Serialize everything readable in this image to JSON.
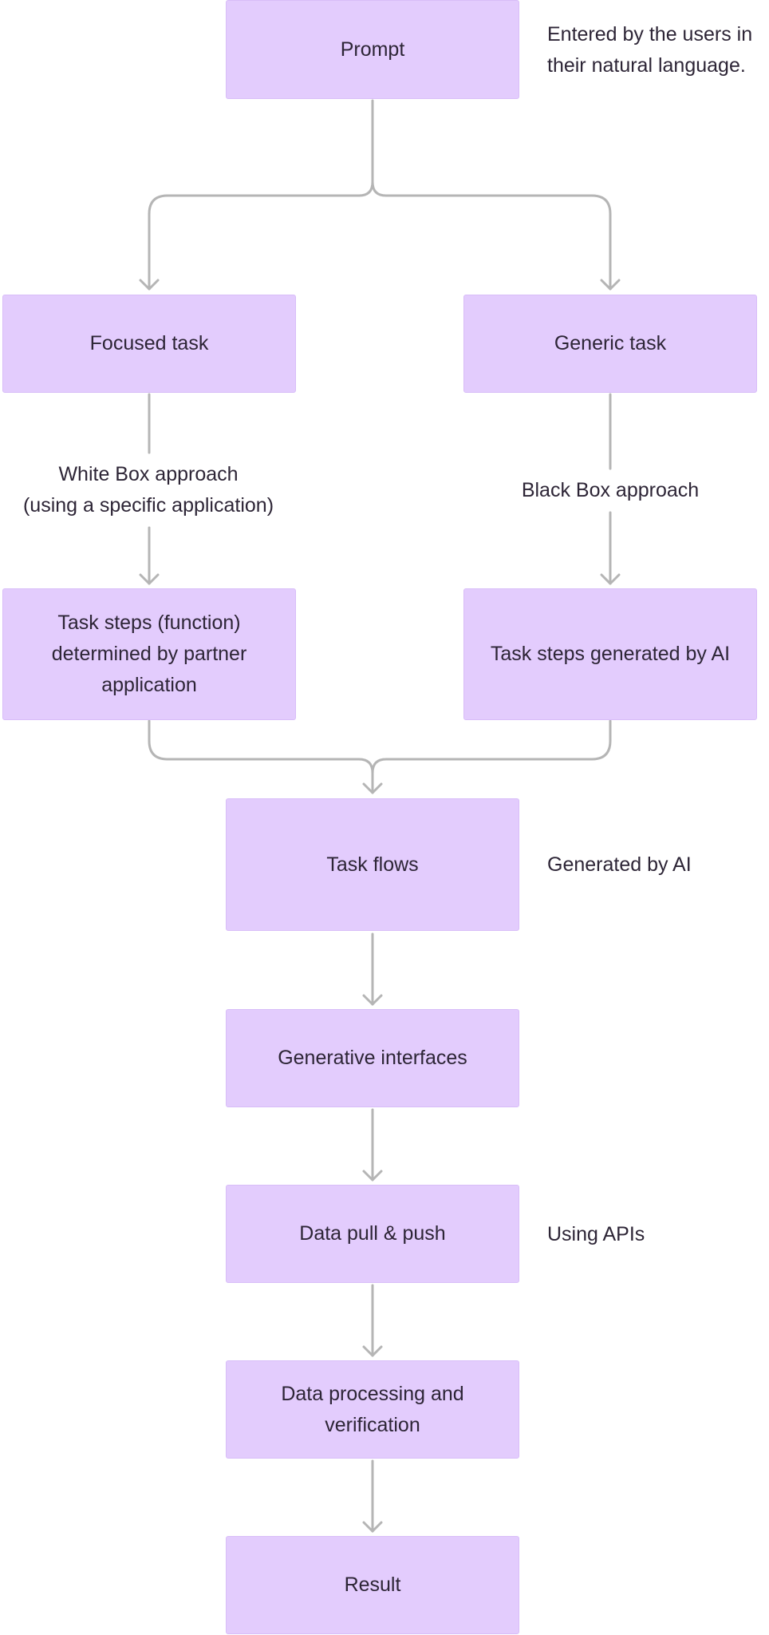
{
  "nodes": {
    "prompt": "Prompt",
    "focused_task": "Focused task",
    "generic_task": "Generic task",
    "task_steps_partner": "Task steps (function) determined by partner application",
    "task_steps_ai": "Task steps generated by AI",
    "task_flows": "Task flows",
    "generative_interfaces": "Generative interfaces",
    "data_pull_push": "Data pull & push",
    "data_processing": "Data processing and verification",
    "result": "Result"
  },
  "annotations": {
    "prompt_note": "Entered by the users in their natural language.",
    "white_box": "White Box approach\n(using a specific application)",
    "black_box": "Black Box approach",
    "task_flows_note": "Generated by AI",
    "data_note": "Using APIs"
  },
  "colors": {
    "node_fill": "#e3ccfd",
    "connector": "#b5b5b5"
  }
}
